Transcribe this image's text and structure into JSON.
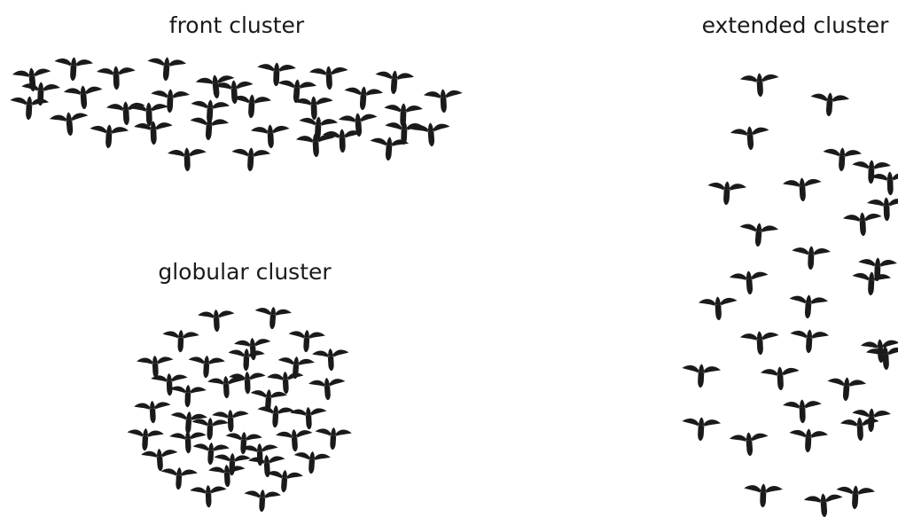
{
  "clusters": {
    "front": {
      "label": "front cluster",
      "bird_count": 36
    },
    "globular": {
      "label": "globular cluster",
      "bird_count": 39
    },
    "extended": {
      "label": "extended cluster",
      "bird_count": 33
    }
  },
  "icons": {
    "bird": "bird-silhouette-icon"
  },
  "colors": {
    "bird": "#1a1a1a",
    "text": "#1a1a1a",
    "background": "#ffffff"
  }
}
